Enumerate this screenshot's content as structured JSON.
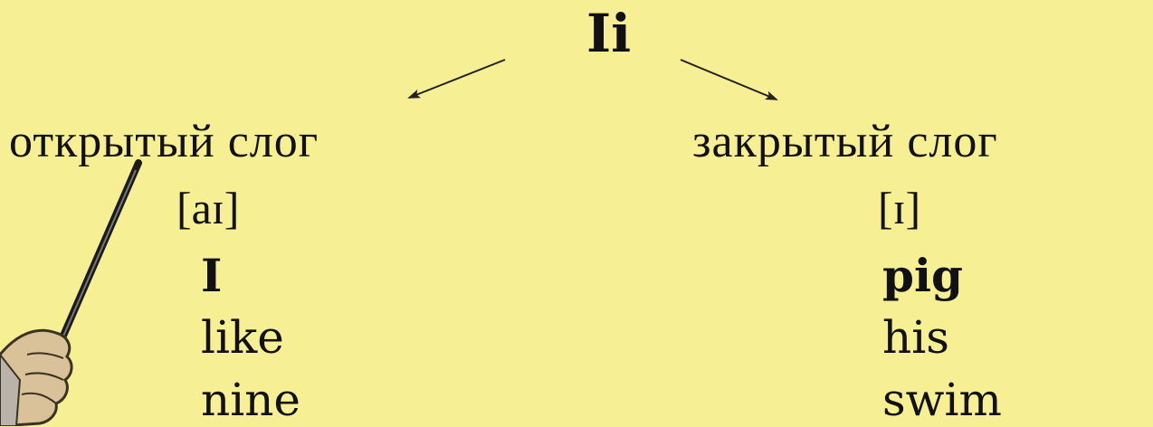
{
  "title": "Ii",
  "open_syllable": {
    "heading": "открытый слог",
    "transcription": "[aɪ]",
    "words": [
      "I",
      "like",
      "nine"
    ]
  },
  "closed_syllable": {
    "heading": "закрытый слог",
    "transcription": "[ɪ]",
    "words": [
      "pig",
      "his",
      "swim"
    ]
  },
  "icons": {
    "pointer": "hand-with-pointer-icon"
  },
  "colors": {
    "background": "#f7ef93",
    "text": "#111111"
  }
}
